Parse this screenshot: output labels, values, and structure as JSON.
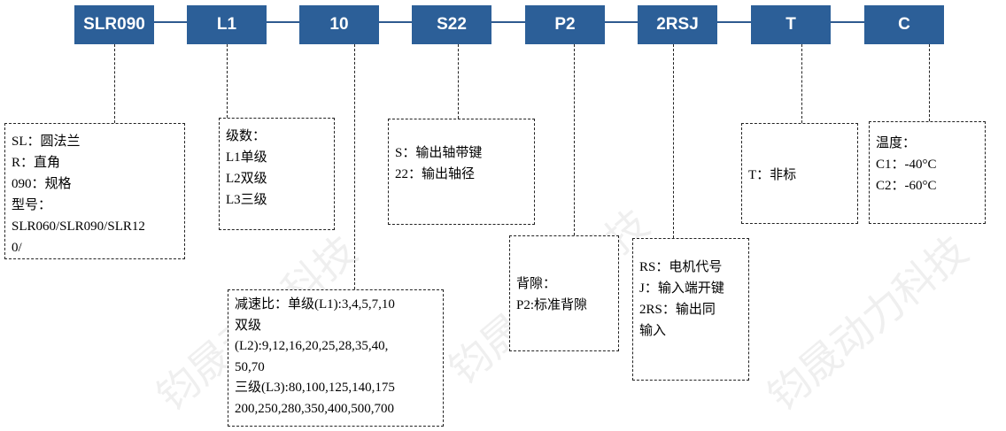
{
  "codes": [
    "SLR090",
    "L1",
    "10",
    "S22",
    "P2",
    "2RSJ",
    "T",
    "C"
  ],
  "boxes": {
    "flange": [
      "SL：圆法兰",
      "R：直角",
      "090：规格",
      "型号：",
      "SLR060/SLR090/SLR12",
      "0/"
    ],
    "stages": [
      "级数：",
      "L1单级",
      "L2双级",
      "L3三级"
    ],
    "ratio": [
      "减速比：单级(L1):3,4,5,7,10",
      "双级",
      "(L2):9,12,16,20,25,28,35,40,",
      "50,70",
      "三级(L3):80,100,125,140,175",
      "200,250,280,350,400,500,700"
    ],
    "shaft": [
      "S：输出轴带键",
      "22：输出轴径"
    ],
    "backlash": [
      "背隙：",
      "P2:标准背隙"
    ],
    "motor": [
      "RS：电机代号",
      "J：输入端开键",
      "2RS：输出同",
      "输入"
    ],
    "standard": [
      "T：非标"
    ],
    "temp": [
      "温度：",
      "C1：-40°C",
      "C2：-60°C"
    ]
  },
  "watermark": "钧晟动力科技"
}
